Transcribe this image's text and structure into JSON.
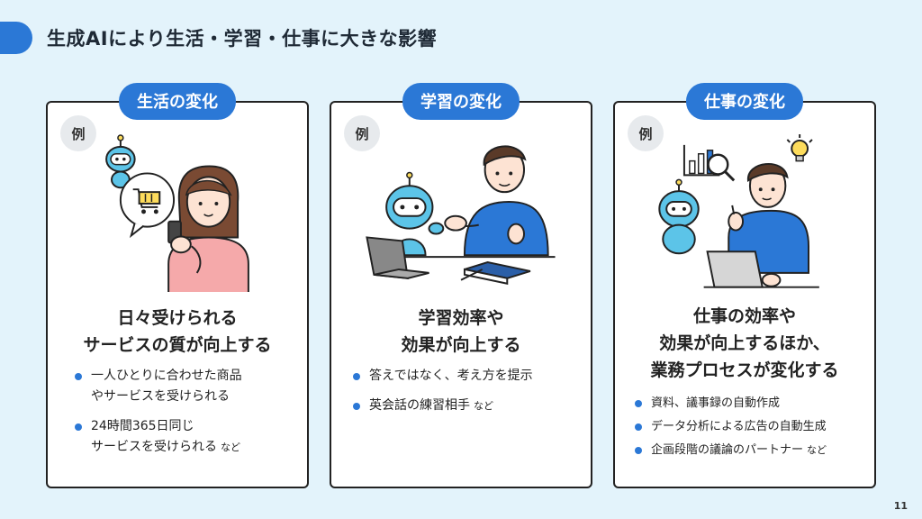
{
  "header": {
    "title": "生成AIにより生活・学習・仕事に大きな影響",
    "page_number": "11"
  },
  "example_label": "例",
  "cards": [
    {
      "label": "生活の変化",
      "headline": [
        "日々受けられる",
        "サービスの質が向上する"
      ],
      "bullets": [
        {
          "lines": [
            "一人ひとりに合わせた商品",
            "やサービスを受けられる"
          ],
          "suffix": ""
        },
        {
          "lines": [
            "24時間365日同じ",
            "サービスを受けられる"
          ],
          "suffix": "など"
        }
      ]
    },
    {
      "label": "学習の変化",
      "headline": [
        "学習効率や",
        "効果が向上する"
      ],
      "bullets": [
        {
          "lines": [
            "答えではなく、考え方を提示"
          ],
          "suffix": ""
        },
        {
          "lines": [
            "英会話の練習相手"
          ],
          "suffix": "など"
        }
      ]
    },
    {
      "label": "仕事の変化",
      "headline": [
        "仕事の効率や",
        "効果が向上するほか、",
        "業務プロセスが変化する"
      ],
      "bullets": [
        {
          "lines": [
            "資料、議事録の自動作成"
          ],
          "suffix": ""
        },
        {
          "lines": [
            "データ分析による広告の自動生成"
          ],
          "suffix": ""
        },
        {
          "lines": [
            "企画段階の議論のパートナー"
          ],
          "suffix": "など"
        }
      ]
    }
  ],
  "colors": {
    "background": "#e3f3fb",
    "accent": "#2b78d6",
    "robot": "#5cc4e8",
    "pink": "#f5a9aa",
    "skin": "#fde3d3"
  },
  "icons": {
    "card_1": [
      "robot-icon",
      "shopping-cart-icon",
      "smartphone-icon",
      "woman-icon"
    ],
    "card_2": [
      "robot-icon",
      "laptop-icon",
      "book-icon",
      "man-icon"
    ],
    "card_3": [
      "robot-icon",
      "chart-icon",
      "magnifier-icon",
      "lightbulb-icon",
      "laptop-icon",
      "man-icon"
    ]
  }
}
